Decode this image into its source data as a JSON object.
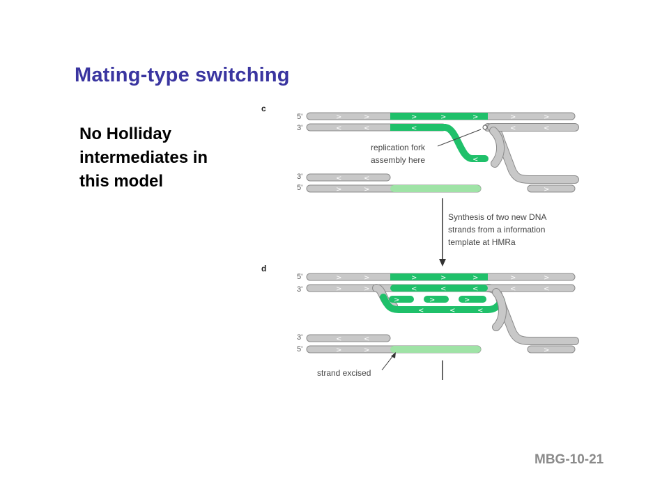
{
  "slide": {
    "title": "Mating-type switching",
    "note_lines": [
      "No Holliday",
      "intermediates in",
      "this model"
    ],
    "code": "MBG-10-21"
  },
  "figure": {
    "panel_c": {
      "label": "c",
      "strand_ends": [
        "5'",
        "3'",
        "3'",
        "5'"
      ],
      "annotation_lines": [
        "replication fork",
        "assembly here"
      ]
    },
    "step_text_lines": [
      "Synthesis of two new DNA",
      "strands from a information",
      "template at HMRa"
    ],
    "panel_d": {
      "label": "d",
      "strand_ends": [
        "5'",
        "3'",
        "3'",
        "5'"
      ],
      "annotation": "strand excised"
    },
    "colors": {
      "gray_strand": "#c8c8c8",
      "gray_outline": "#8a8a8a",
      "green_strand": "#1fc06a",
      "light_green_strand": "#9fe3a6"
    }
  }
}
